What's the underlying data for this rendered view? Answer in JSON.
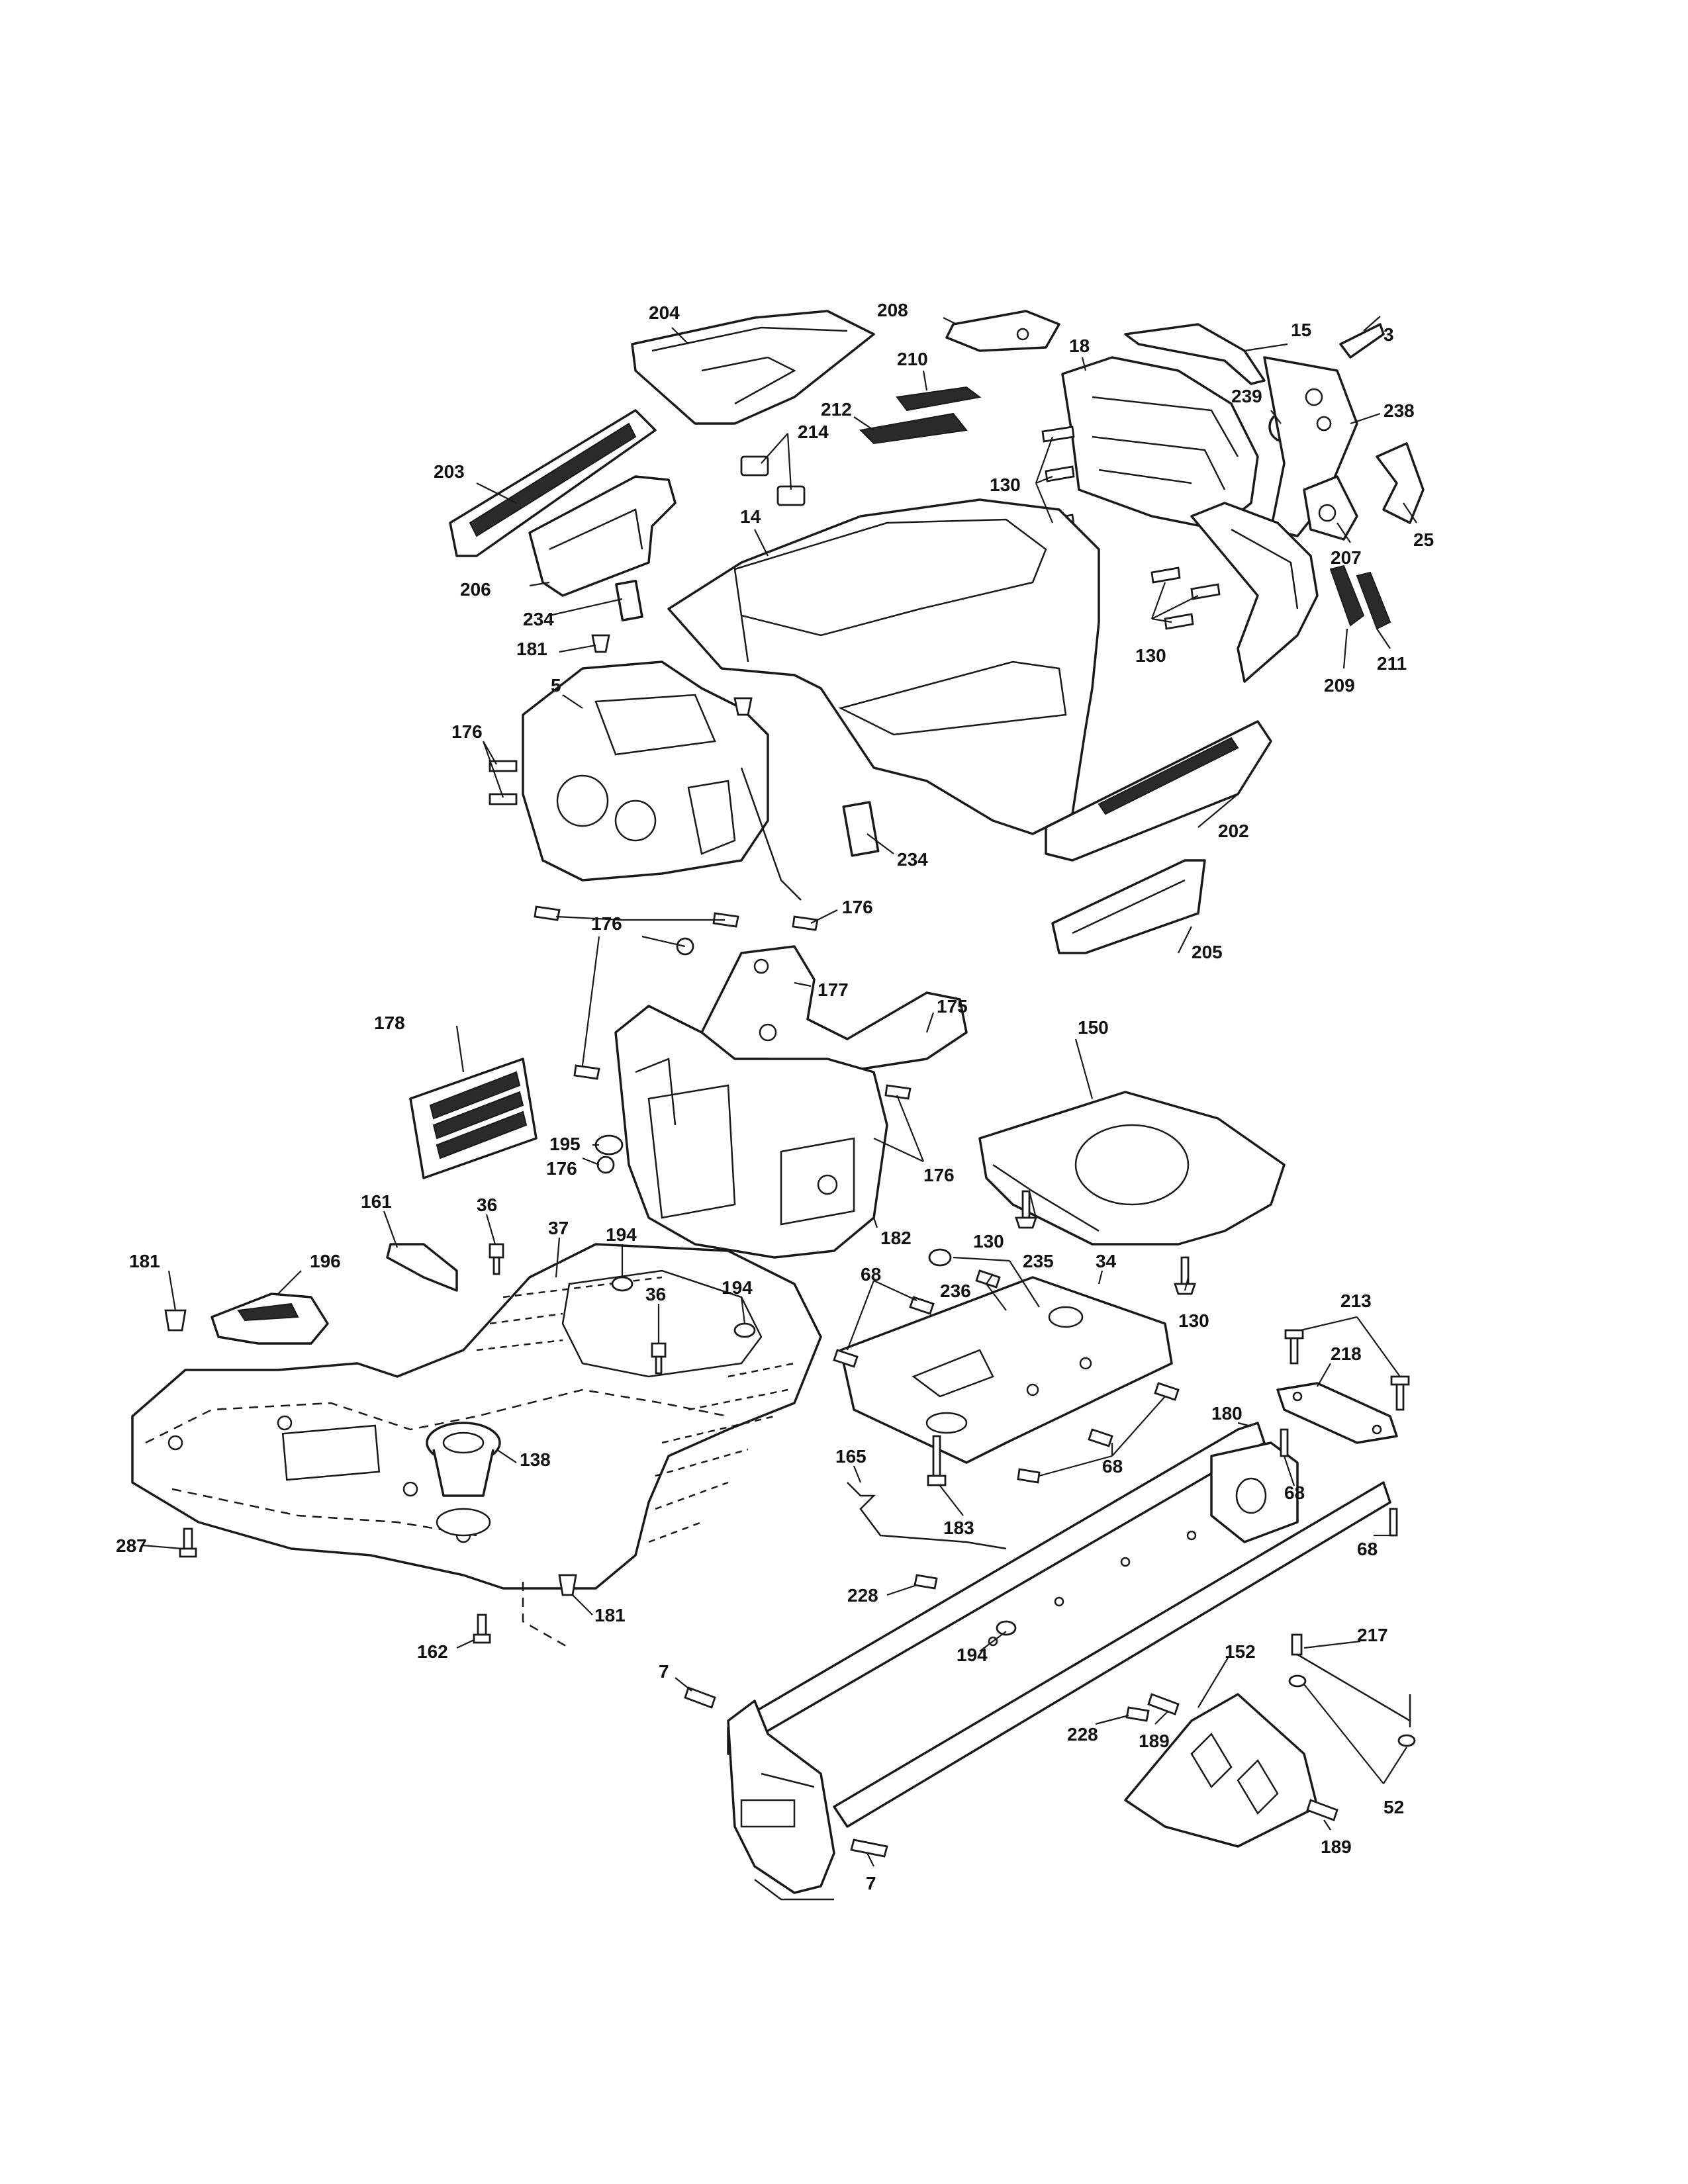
{
  "diagram": {
    "callouts": {
      "c204": "204",
      "c208": "208",
      "c18": "18",
      "c15": "15",
      "c3": "3",
      "c210": "210",
      "c212": "212",
      "c239": "239",
      "c238": "238",
      "c214": "214",
      "c203": "203",
      "c130a": "130",
      "c14": "14",
      "c25": "25",
      "c207": "207",
      "c206": "206",
      "c234a": "234",
      "c130b": "130",
      "c211": "211",
      "c209": "209",
      "c181a": "181",
      "c5": "5",
      "c176a": "176",
      "c202": "202",
      "c234b": "234",
      "c176b": "176",
      "c176c": "176",
      "c177": "177",
      "c175": "175",
      "c205": "205",
      "c178": "178",
      "c150": "150",
      "c195": "195",
      "c176d": "176",
      "c176e": "176",
      "c161": "161",
      "c36a": "36",
      "c182": "182",
      "c130c": "130",
      "c181b": "181",
      "c196": "196",
      "c37": "37",
      "c194a": "194",
      "c36b": "36",
      "c68a": "68",
      "c235": "235",
      "c34": "34",
      "c236": "236",
      "c194b": "194",
      "c130d": "130",
      "c213": "213",
      "c218": "218",
      "c180": "180",
      "c138": "138",
      "c165": "165",
      "c68b": "68",
      "c68c": "68",
      "c183": "183",
      "c287": "287",
      "c68d": "68",
      "c228a": "228",
      "c181c": "181",
      "c162": "162",
      "c194c": "194",
      "c217": "217",
      "c7a": "7",
      "c152": "152",
      "c189a": "189",
      "c228b": "228",
      "c189b": "189",
      "c52": "52",
      "c7b": "7"
    }
  }
}
